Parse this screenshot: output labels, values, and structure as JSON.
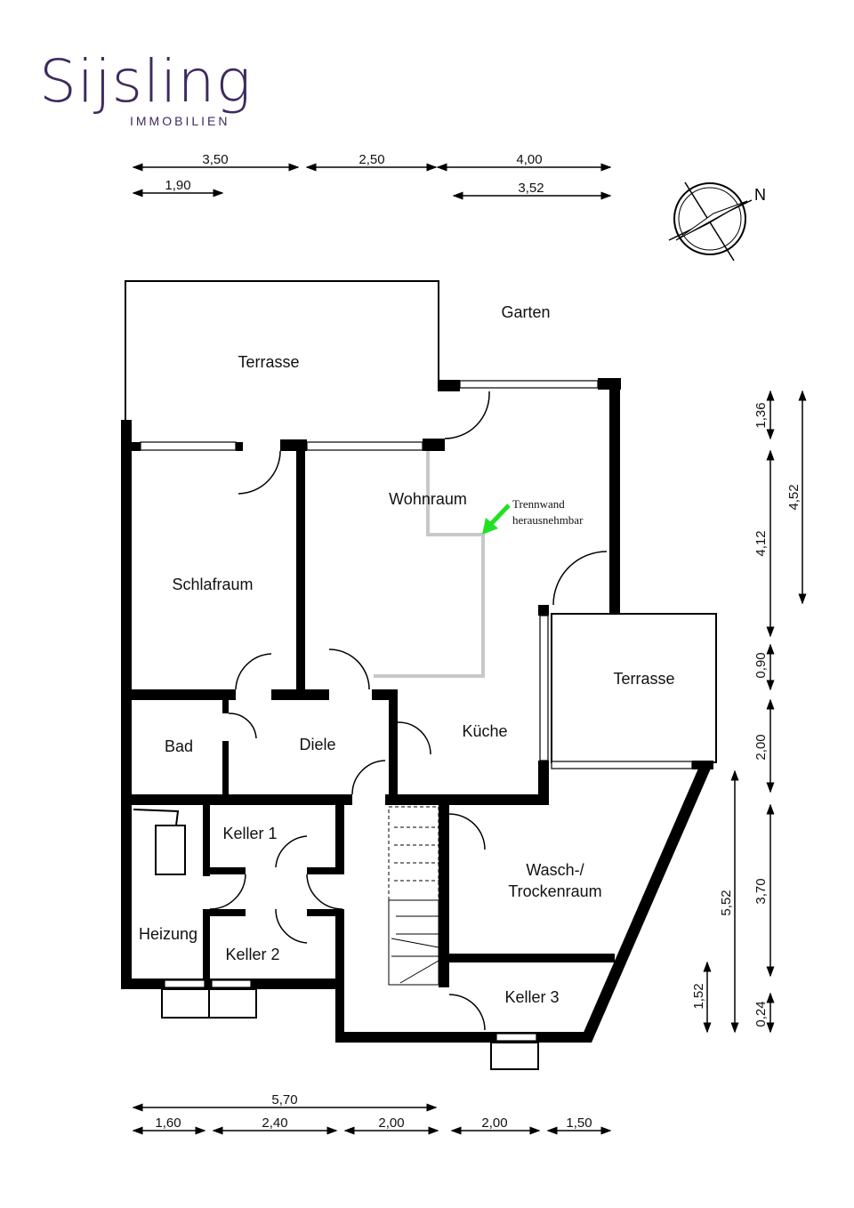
{
  "logo": {
    "name": "Sijsling",
    "subtitle": "IMMOBILIEN",
    "color": "#3f2a5e"
  },
  "compass": {
    "label": "N"
  },
  "rooms": [
    "Garten",
    "Terrasse",
    "Wohnraum",
    "Schlafraum",
    "Terrasse",
    "Bad",
    "Diele",
    "Küche",
    "Keller 1",
    "Heizung",
    "Keller 2",
    "Wasch-/",
    "Trockenraum",
    "Keller 3"
  ],
  "annotation": {
    "line1": "Trennwand",
    "line2": "herausnehmbar",
    "arrow_color": "#22e022"
  },
  "dimensions": {
    "top": [
      "3,50",
      "2,50",
      "4,00",
      "1,90",
      "3,52"
    ],
    "right": [
      "1,36",
      "4,52",
      "4,12",
      "0,90",
      "2,00",
      "5,52",
      "3,70",
      "1,52",
      "0,24"
    ],
    "bottom": [
      "5,70",
      "1,60",
      "2,40",
      "2,00",
      "2,00",
      "1,50"
    ]
  }
}
